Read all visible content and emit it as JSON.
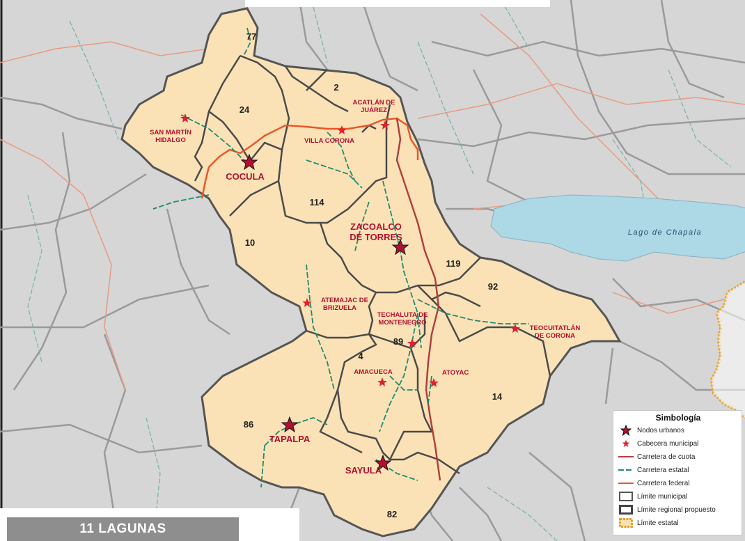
{
  "map": {
    "lake_name": "Lago de Chapala",
    "colors": {
      "background": "#d6d6d6",
      "region_fill": "#fbe2b6",
      "lake": "#add8e6",
      "federal_road": "#e8572b",
      "toll_road": "#b04040",
      "state_road": "#1f8a72",
      "municipal_border": "#4a4a4a",
      "state_border": "#e6a01e",
      "label_red": "#b3102f"
    },
    "urban_nodes": {
      "cocula": "COCULA",
      "zacoalco": "ZACOALCO DE TORRES",
      "tapalpa": "TAPALPA",
      "sayula": "SAYULA"
    },
    "municipal_seats": {
      "san_martin": "SAN MARTÍN HIDALGO",
      "villa_corona": "VILLA CORONA",
      "acatlan": "ACATLÁN DE JUÁREZ",
      "atemajac": "ATEMAJAC DE BRIZUELA",
      "techaluta": "TECHALUTA DE MONTENEGRO",
      "teocuitatlan": "TEOCUITATLÁN DE CORONA",
      "amacueca": "AMACUECA",
      "atoyac": "ATOYAC"
    },
    "road_numbers": {
      "r77": "77",
      "r2": "2",
      "r24": "24",
      "r114": "114",
      "r10": "10",
      "r119": "119",
      "r92": "92",
      "r89": "89",
      "r4": "4",
      "r14": "14",
      "r86": "86",
      "r82": "82"
    }
  },
  "legend": {
    "title": "Simbología",
    "items": {
      "urban_nodes": "Nodos urbanos",
      "municipal_seat": "Cabecera municipal",
      "toll_road": "Carretera de cuota",
      "state_road": "Carretera estatal",
      "federal_road": "Carretera federal",
      "municipal_limit": "Límite municipal",
      "regional_limit": "Límite regional propuesto",
      "state_limit": "Límite estatal"
    }
  },
  "banner": {
    "title": "11 LAGUNAS"
  }
}
